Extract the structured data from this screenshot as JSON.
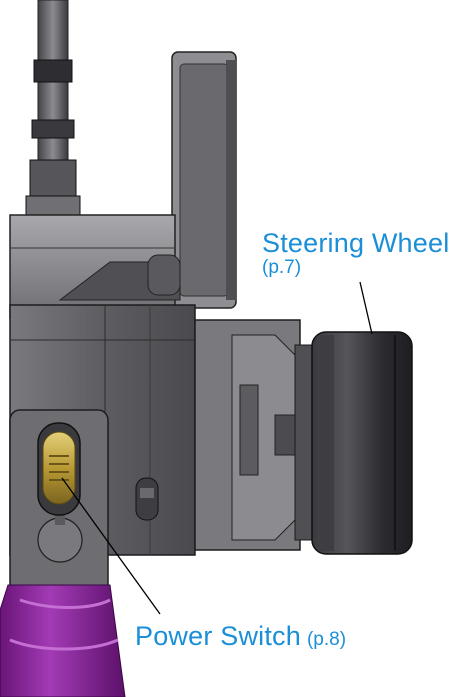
{
  "callouts": {
    "steering_wheel": {
      "name": "Steering Wheel",
      "page": "(p.7)"
    },
    "power_switch": {
      "name": "Power Switch",
      "page": "(p.8)"
    }
  },
  "colors": {
    "label": "#1a8fd8",
    "body_dark": "#4a4a4d",
    "body_mid": "#6c6c70",
    "body_light": "#9a9a9e",
    "wheel": "#2f2f33",
    "grip_purple": "#8b1f9c",
    "switch_gold": "#c9b04a"
  }
}
